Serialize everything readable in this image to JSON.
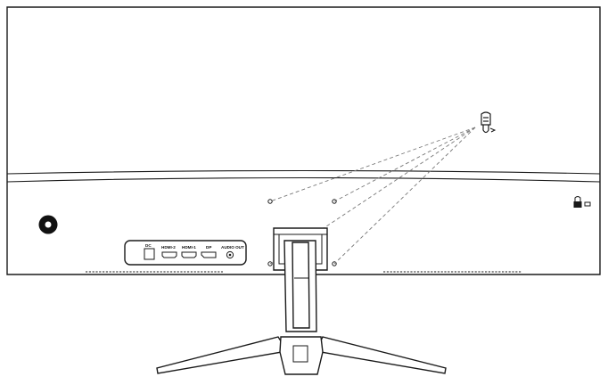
{
  "diagram": {
    "colors": {
      "line": "#1a1a1a",
      "dash": "#777777",
      "background": "#ffffff"
    },
    "ports": {
      "dc": "DC",
      "hdmi2": "HDMI-2",
      "hdmi1": "HDMI-1",
      "dp": "DP",
      "audio_out": "AUDIO OUT"
    },
    "icons": [
      "power-button-icon",
      "screw-icon",
      "kensington-lock-icon"
    ]
  }
}
